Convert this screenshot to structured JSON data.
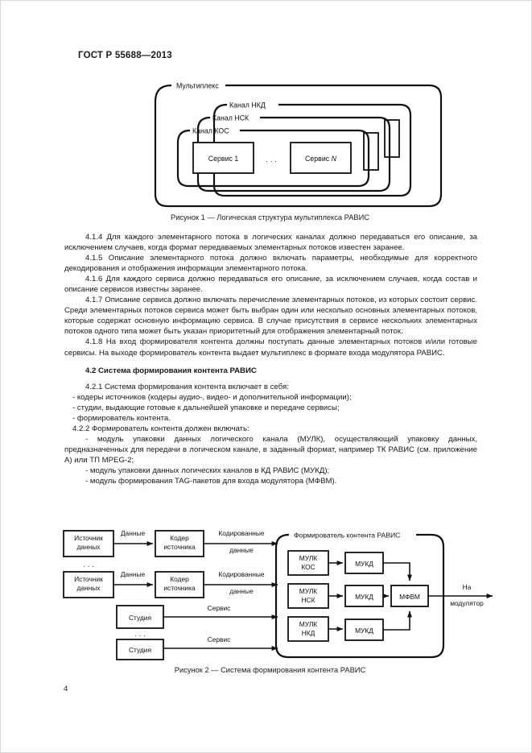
{
  "document": {
    "standard_header": "ГОСТ Р 55688—2013",
    "page_number": "4"
  },
  "figure1": {
    "caption": "Рисунок 1 — Логическая структура мультиплекса РАВИС",
    "labels": {
      "multiplex": "Мультиплекс",
      "channel_nkd": "Канал НКД",
      "channel_nsk": "Канал НСК",
      "channel_kos": "Канал КОС",
      "service_1": "Сервис 1",
      "service_n": "Сервис N",
      "ellipsis": "..."
    }
  },
  "figure2": {
    "caption": "Рисунок 2 — Система формирования контента РАВИС",
    "labels": {
      "source1": "Источник\nданных",
      "source1_line1": "Источник",
      "source1_line2": "данных",
      "coder_line1": "Кодер",
      "coder_line2": "источника",
      "studio": "Студия",
      "data": "Данные",
      "coded_line1": "Кодированные",
      "coded_line2": "данные",
      "service": "Сервис",
      "ellipsis": "...",
      "container_title": "Формирователь контента РАВИС",
      "mulk_kos_line1": "МУЛК",
      "mulk_kos_line2": "КОС",
      "mulk_nsk_line1": "МУЛК",
      "mulk_nsk_line2": "НСК",
      "mulk_nkd_line1": "МУЛК",
      "mulk_nkd_line2": "НКД",
      "mukd": "МУКД",
      "mfvm": "МФВМ",
      "to_modulator_line1": "На",
      "to_modulator_line2": "модулятор"
    }
  },
  "body": {
    "paragraphs": [
      {
        "id": "p414",
        "kind": "indent",
        "text": "4.1.4  Для каждого элементарного потока в логических каналах должно передаваться его описание, за исключением случаев, когда формат передаваемых элементарных потоков известен заранее."
      },
      {
        "id": "p415",
        "kind": "indent",
        "text": "4.1.5  Описание элементарного потока должно включать параметры, необходимые для корректного декодирования и отображения информации элементарного потока."
      },
      {
        "id": "p416",
        "kind": "indent",
        "text": "4.1.6  Для каждого сервиса должно передаваться его описание, за исключением случаев, когда состав и описание сервисов известны заранее."
      },
      {
        "id": "p417",
        "kind": "indent",
        "text": "4.1.7  Описание сервиса должно включать перечисление элементарных потоков, из которых состоит сервис. Среди элементарных потоков сервиса может быть выбран один или несколько основных элементарных потоков, которые содержат основную информацию сервиса. В случае присутствия в сервисе нескольких элементарных потоков одного типа может быть указан приоритетный для отображения элементарный поток."
      },
      {
        "id": "p418",
        "kind": "indent",
        "text": "4.1.8  На вход формирователя контента должны поступать данные элементарных потоков и/или готовые сервисы. На выходе формирователь контента выдает мультиплекс в формате входа модулятора РАВИС."
      },
      {
        "id": "h42",
        "kind": "heading",
        "text": "4.2  Система формирования контента РАВИС"
      },
      {
        "id": "p421",
        "kind": "indent",
        "text": "4.2.1  Система формирования контента включает в себя:"
      },
      {
        "id": "l1",
        "kind": "dash",
        "text": "-  кодеры источников (кодеры аудио-, видео- и дополнительной информации);"
      },
      {
        "id": "l2",
        "kind": "dash",
        "text": "-  студии, выдающие готовые к дальнейшей упаковке и передаче сервисы;"
      },
      {
        "id": "l3",
        "kind": "dash",
        "text": "-  формирователь контента."
      },
      {
        "id": "p422",
        "kind": "dash",
        "text": "4.2.2  Формирователь контента должен включать:"
      },
      {
        "id": "l4",
        "kind": "dash-in",
        "text": "-  модуль упаковки данных логического канала (МУЛК), осуществляющий упаковку данных, предназначенных для передачи в логическом канале, в заданный формат, например ТК РАВИС (см. приложение А) или ТП MPEG-2;"
      },
      {
        "id": "l5",
        "kind": "dash-in",
        "text": "-  модуль упаковки данных логических каналов в КД РАВИС (МУКД);"
      },
      {
        "id": "l6",
        "kind": "dash-in",
        "text": "-  модуль формирования TAG-пакетов для входа модулятора (МФВМ)."
      }
    ]
  }
}
